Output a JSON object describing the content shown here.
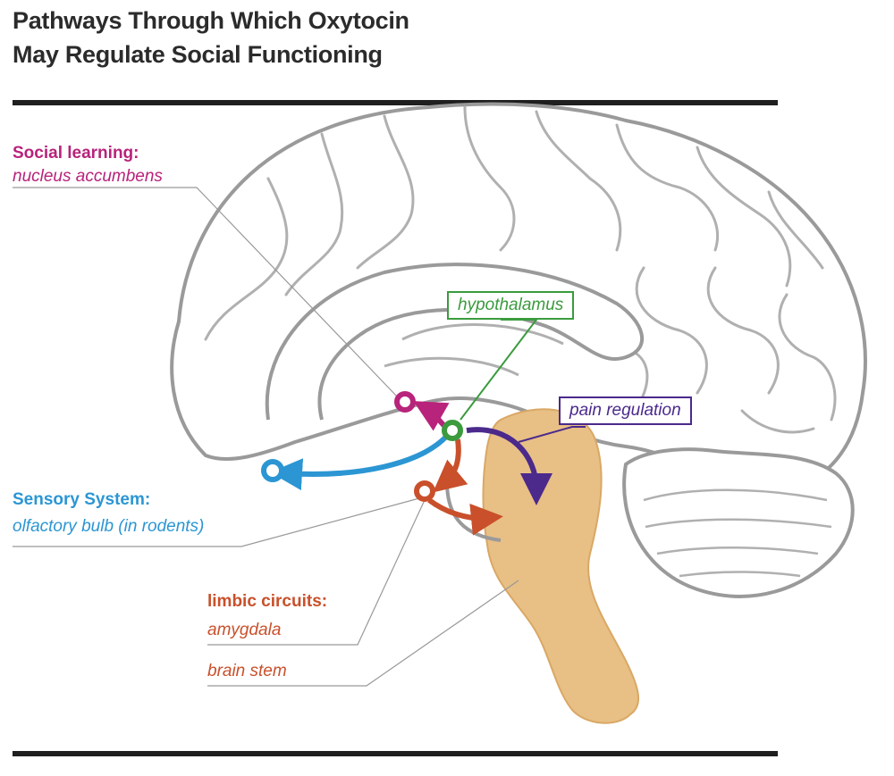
{
  "title": {
    "line1": "Pathways Through Which Oxytocin",
    "line2": "May Regulate Social Functioning"
  },
  "labels": {
    "social_heading": "Social learning:",
    "social_region": "nucleus accumbens",
    "sensory_heading": "Sensory System:",
    "sensory_region": "olfactory bulb (in rodents)",
    "limbic_heading": "limbic circuits:",
    "limbic_region1": "amygdala",
    "limbic_region2": "brain stem",
    "hypothalamus": "hypothalamus",
    "pain": "pain regulation"
  },
  "colors": {
    "social": "#b8237b",
    "sensory": "#2b96d3",
    "limbic": "#c9502b",
    "hypothalamus": "#3b9b3e",
    "pain": "#4b2a8c",
    "brainstem_fill": "#e8bf85",
    "brain_outline": "#9a9a9a"
  }
}
